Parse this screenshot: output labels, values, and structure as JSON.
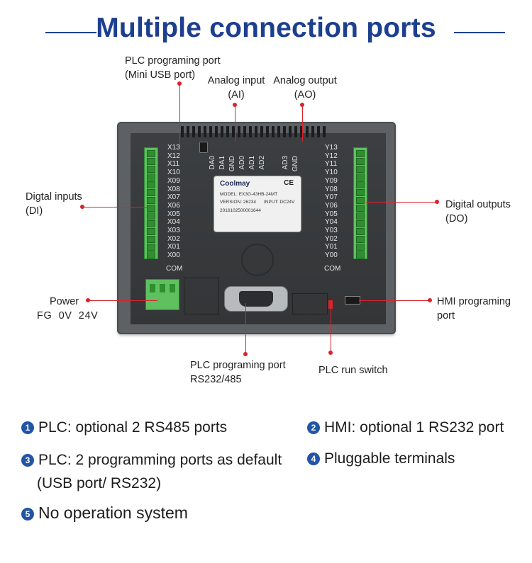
{
  "title": "Multiple connection ports",
  "labels": {
    "plc_mini_usb_l1": "PLC programing port",
    "plc_mini_usb_l2": "(Mini USB port)",
    "analog_input_l1": "Analog input",
    "analog_input_l2": "(AI)",
    "analog_output_l1": "Analog output",
    "analog_output_l2": "(AO)",
    "digital_inputs_l1": "Digtal inputs",
    "digital_inputs_l2": "(DI)",
    "digital_outputs_l1": "Digital outputs",
    "digital_outputs_l2": "(DO)",
    "power_l1": "Power",
    "power_l2": "FG  0V  24V",
    "hmi_port_l1": "HMI programing",
    "hmi_port_l2": "port",
    "plc_rs232_l1": "PLC programing port",
    "plc_rs232_l2": "RS232/485",
    "plc_run_switch": "PLC run switch"
  },
  "device": {
    "x_labels": [
      "X13",
      "X12",
      "X11",
      "X10",
      "X09",
      "X08",
      "X07",
      "X06",
      "X05",
      "X04",
      "X03",
      "X02",
      "X01",
      "X00"
    ],
    "y_labels": [
      "Y13",
      "Y12",
      "Y11",
      "Y10",
      "Y09",
      "Y08",
      "Y07",
      "Y06",
      "Y05",
      "Y04",
      "Y03",
      "Y02",
      "Y01",
      "Y00"
    ],
    "com_left": "COM",
    "com_right": "COM",
    "top_labels": [
      "DA0",
      "DA1",
      "GND",
      "AD0",
      "AD1",
      "AD2",
      "AD3",
      "GND"
    ],
    "plate": {
      "brand": "Coolmay",
      "ce": "CE",
      "model": "MODEL: EX3G-43HB-24MT",
      "version": "VERSION: 26234",
      "input": "INPUT: DC24V",
      "serial": "2016102500001644"
    }
  },
  "features": [
    {
      "num": "1",
      "text": "PLC: optional 2 RS485 ports"
    },
    {
      "num": "2",
      "text": "HMI: optional 1 RS232 port"
    },
    {
      "num": "3",
      "text": "PLC: 2 programming ports as default",
      "sub": "(USB port/ RS232)"
    },
    {
      "num": "4",
      "text": "Pluggable terminals"
    },
    {
      "num": "5",
      "text": "No operation system"
    }
  ],
  "colors": {
    "title": "#1c3f8f",
    "bullet": "#2255a4",
    "callout": "#d9232d",
    "terminal": "#5fc05f"
  }
}
